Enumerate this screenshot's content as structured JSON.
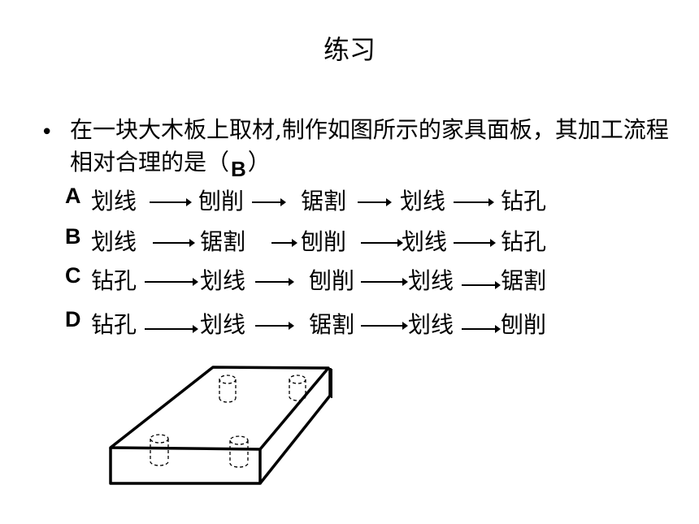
{
  "title": "练习",
  "bullet": "•",
  "question": {
    "text_before": "在一块大木板上取材,制作如图所示的家具面板，其加工流程相对合理的是（",
    "answer": "B",
    "text_after": "）"
  },
  "options": [
    {
      "letter": "A",
      "steps": [
        "划线",
        "刨削",
        "锯割",
        "划线",
        "钻孔"
      ]
    },
    {
      "letter": "B",
      "steps": [
        "划线",
        "锯割",
        "刨削",
        "划线",
        "钻孔"
      ]
    },
    {
      "letter": "C",
      "steps": [
        "钻孔",
        "划线",
        "刨削",
        "划线",
        "锯割"
      ]
    },
    {
      "letter": "D",
      "steps": [
        "钻孔",
        "划线",
        "锯割",
        "划线",
        "刨削"
      ]
    }
  ]
}
